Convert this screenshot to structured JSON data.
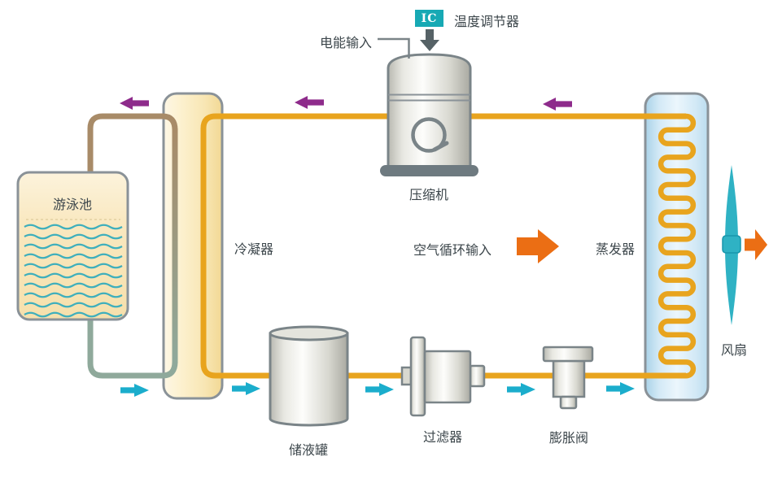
{
  "diagram": {
    "type": "heat-pump-swimming-pool-system",
    "labels": {
      "power_input": "电能输入",
      "ic_badge": "IC",
      "thermostat": "温度调节器",
      "compressor": "压缩机",
      "pool": "游泳池",
      "condenser": "冷凝器",
      "air_input": "空气循环输入",
      "evaporator": "蒸发器",
      "fan": "风扇",
      "receiver_tank": "储液罐",
      "filter": "过滤器",
      "expansion_valve": "膨胀阀"
    },
    "colors": {
      "refrigerant_pipe": "#E8A41E",
      "warm_water_pipe": "#A88B68",
      "cool_water_pipe": "#8FA99B",
      "hot_flow_arrow": "#8E2B8B",
      "cold_flow_arrow": "#1BADCC",
      "air_arrow": "#EB6E14",
      "ic_badge_bg": "#17A9B4",
      "fan_blade": "#2FB2C4",
      "pool_water_wave": "#3FAFBC",
      "label_text": "#3C464B"
    }
  }
}
